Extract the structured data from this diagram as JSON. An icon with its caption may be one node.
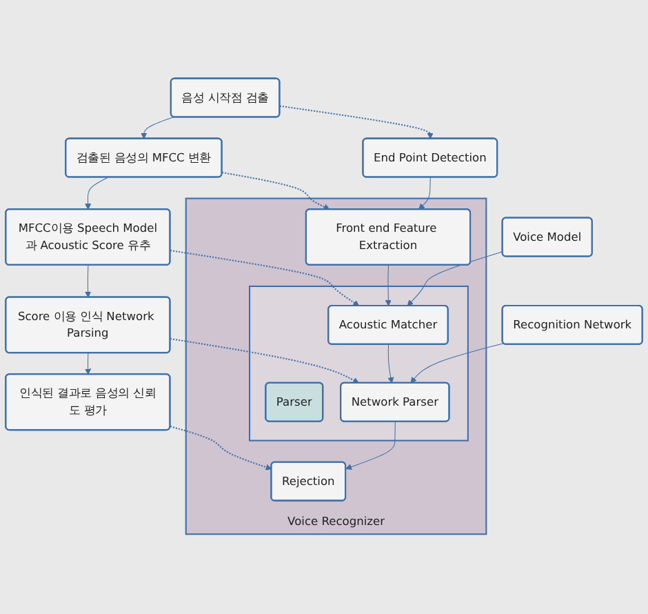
{
  "diagram": {
    "nodes": [
      {
        "text": [
          "음성 시작점 검출"
        ]
      },
      {
        "text": [
          "검출된 음성의 MFCC 변환"
        ]
      },
      {
        "text": [
          "MFCC이용 Speech Model과 Acoustic Score 유추"
        ]
      },
      {
        "text": [
          "Score 이용 인식 Network Parsing"
        ]
      },
      {
        "text": [
          "인식된 결과로 음성의 신뢰도 평가"
        ]
      },
      {
        "text": [
          "End Point Detection"
        ]
      },
      {
        "text": [
          "Voice Recognizer"
        ]
      },
      {
        "text": [
          "Front end Feature Extraction"
        ],
        "in": 6
      },
      {
        "text": [],
        "shape": "box",
        "in": 6
      },
      {
        "text": [
          "Acoustic Matcher"
        ],
        "in": 8
      },
      {
        "text": [
          "Parser"
        ],
        "in": 8
      },
      {
        "text": [
          "Network Parser"
        ],
        "in": 8
      },
      {
        "text": [
          "Rejection"
        ],
        "in": 6
      },
      {
        "text": [
          "Voice Model"
        ]
      },
      {
        "text": [
          "Recognition Network"
        ]
      }
    ],
    "edges": [
      {
        "from": 0,
        "to": 1,
        "arrow": "to"
      },
      {
        "from": 1,
        "to": 2,
        "arrow": "to"
      },
      {
        "from": 2,
        "to": 3,
        "arrow": "to"
      },
      {
        "from": 3,
        "to": 4,
        "arrow": "to"
      },
      {
        "from": 0,
        "to": 5,
        "arrow": "to",
        "style": "dashed"
      },
      {
        "from": 1,
        "to": 7,
        "arrow": "to",
        "style": "dashed"
      },
      {
        "from": 2,
        "to": 9,
        "arrow": "to",
        "style": "dashed"
      },
      {
        "from": 3,
        "to": 11,
        "arrow": "to",
        "style": "dashed"
      },
      {
        "from": 4,
        "to": 12,
        "arrow": "to",
        "style": "dashed"
      },
      {
        "from": 5,
        "to": 7,
        "arrow": "to"
      },
      {
        "from": 7,
        "to": 9,
        "arrow": "to"
      },
      {
        "from": 9,
        "to": 11,
        "arrow": "to"
      },
      {
        "from": 11,
        "to": 12,
        "arrow": "to"
      },
      {
        "from": 13,
        "to": 9,
        "arrow": "to"
      },
      {
        "from": 14,
        "to": 11,
        "arrow": "to"
      }
    ]
  }
}
